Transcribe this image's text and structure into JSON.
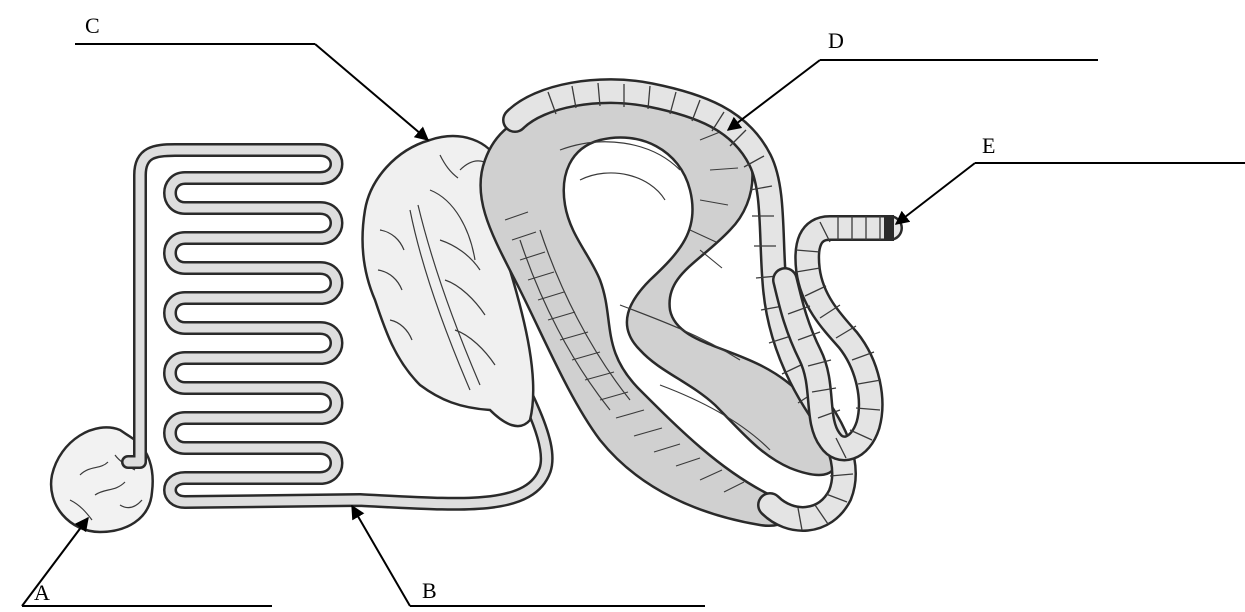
{
  "labels": {
    "a": "A",
    "b": "B",
    "c": "C",
    "d": "D",
    "e": "E"
  },
  "colors": {
    "stomach": "#f2f2f2",
    "duct": "#dedede",
    "pancreas": "#f0f0f0",
    "intestine": "#d0d0d0",
    "colon": "#e4e4e4",
    "outline": "#2a2a2a"
  }
}
